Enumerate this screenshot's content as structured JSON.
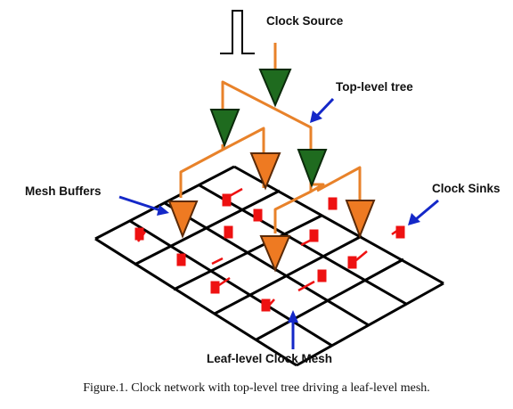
{
  "figure": {
    "labels": {
      "clock_source": "Clock Source",
      "top_level_tree": "Top-level tree",
      "mesh_buffers": "Mesh Buffers",
      "clock_sinks": "Clock Sinks",
      "leaf_level_mesh": "Leaf-level Clock Mesh"
    },
    "caption": "Figure.1. Clock network with top-level tree driving a leaf-level mesh."
  },
  "colors": {
    "wire": "#e8822a",
    "tree_buffer": "#1f6b1f",
    "mesh_buffer": "#ee7a22",
    "sink": "#ee1111",
    "arrow": "#1428c8",
    "mesh": "#000000"
  }
}
